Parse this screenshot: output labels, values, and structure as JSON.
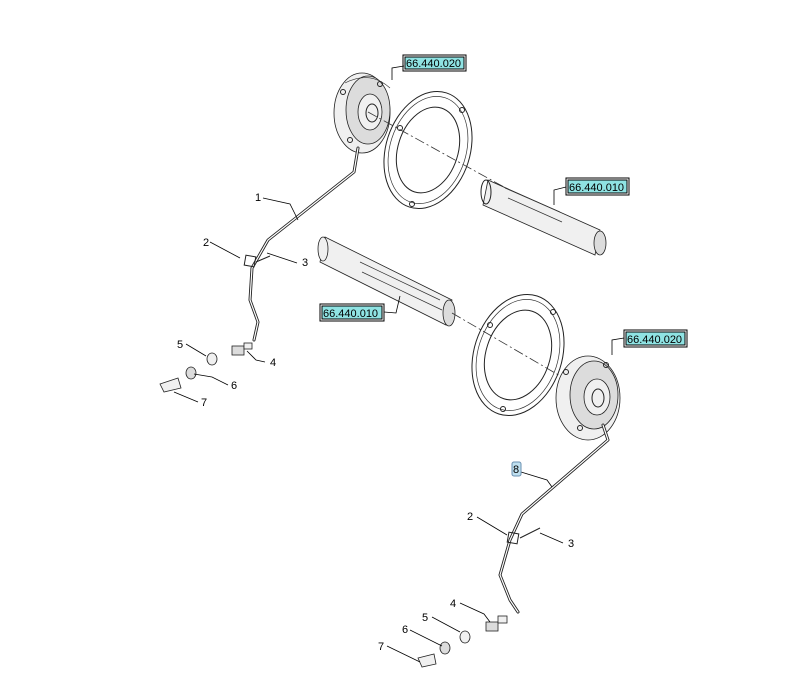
{
  "refs": {
    "ref_bearing_top": "66.440.020",
    "ref_shaft_right": "66.440.010",
    "ref_shaft_left": "66.440.010",
    "ref_bearing_bottom": "66.440.020"
  },
  "items": {
    "top": {
      "n1": "1",
      "n2": "2",
      "n3": "3",
      "n4": "4",
      "n5": "5",
      "n6": "6",
      "n7": "7"
    },
    "bottom": {
      "n8": "8",
      "n2": "2",
      "n3": "3",
      "n4": "4",
      "n5": "5",
      "n6": "6",
      "n7": "7"
    }
  },
  "colors": {
    "ref_highlight": "#8fe3e3",
    "selected_item": "#bfe0f0"
  }
}
